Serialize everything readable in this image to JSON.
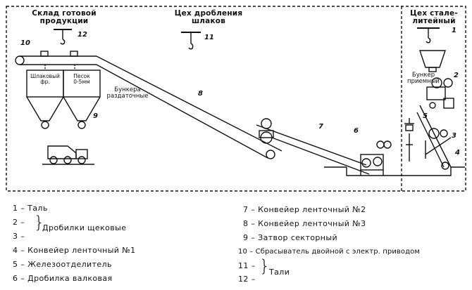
{
  "sections": {
    "warehouse": {
      "line1": "Склад готовой",
      "line2": "продукции"
    },
    "crushing": {
      "line1": "Цех дробления",
      "line2": "шлаков"
    },
    "steel": {
      "line1": "Цех стале-",
      "line2": "литейный"
    }
  },
  "bin_labels": {
    "slag": {
      "line1": "Шлаковый",
      "line2": "фр."
    },
    "sand": {
      "line1": "Песок",
      "line2": "0-5мм"
    }
  },
  "notes": {
    "dispensing_bunkers": {
      "line1": "Бункера",
      "line2": "раздаточные"
    },
    "receiving_bunker": {
      "line1": "Бункер",
      "line2": "приемный"
    }
  },
  "callouts": [
    "1",
    "2",
    "3",
    "4",
    "5",
    "6",
    "7",
    "8",
    "9",
    "10",
    "11",
    "12"
  ],
  "legend": {
    "left": [
      {
        "num": "1",
        "dash": "–",
        "text": "Таль"
      },
      {
        "num": "2",
        "dash": "–",
        "text": ""
      },
      {
        "num": "3",
        "dash": "–",
        "text": ""
      },
      {
        "num": "4",
        "dash": "–",
        "text": "Конвейер ленточный №1"
      },
      {
        "num": "5",
        "dash": "–",
        "text": "Железоотделитель"
      },
      {
        "num": "6",
        "dash": "–",
        "text": "Дробилка валковая"
      }
    ],
    "left_group_text": "Дробилки щековые",
    "right": [
      {
        "num": "7",
        "dash": "–",
        "text": "Конвейер ленточный №2"
      },
      {
        "num": "8",
        "dash": "–",
        "text": "Конвейер ленточный №3"
      },
      {
        "num": "9",
        "dash": "–",
        "text": "Затвор секторный"
      },
      {
        "num": "10",
        "dash": "–",
        "text": "Сбрасыватель двойной с электр. приводом"
      },
      {
        "num": "11",
        "dash": "–",
        "text": ""
      },
      {
        "num": "12",
        "dash": "–",
        "text": ""
      }
    ],
    "right_group_text": "Тали"
  }
}
